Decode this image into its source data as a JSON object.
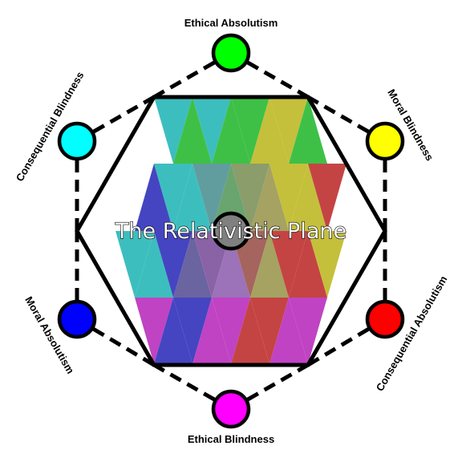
{
  "title": "The Relativistic Plane",
  "nodes": [
    {
      "id": "ethical-absolutism",
      "label": "Ethical Absolutism",
      "color": "#00ff00"
    },
    {
      "id": "moral-blindness",
      "label": "Moral Blindness",
      "color": "#ffff00"
    },
    {
      "id": "consequential-absolutism",
      "label": "Consequential Absolutism",
      "color": "#ff0000"
    },
    {
      "id": "ethical-blindness",
      "label": "Ethical Blindness",
      "color": "#ff00ff"
    },
    {
      "id": "moral-absolutism",
      "label": "Moral Absolutism",
      "color": "#0000ff"
    },
    {
      "id": "consequential-blindness",
      "label": "Consequential Blindness",
      "color": "#00ffff"
    }
  ],
  "center_node_color": "#808080",
  "palette": {
    "green": "#3ec047",
    "cyan": "#3dbebe",
    "olive": "#c4c03b",
    "red": "#c44443",
    "blue": "#4545c1",
    "magenta": "#c043c4",
    "inner_green": "#6aa46f",
    "inner_teal": "#619d9f",
    "inner_olive": "#a5a262",
    "inner_gray_green": "#8a9d6a",
    "inner_purple": "#8a62a6",
    "inner_mauve": "#a7629f",
    "inner_slate": "#6a64a1",
    "inner_brown": "#a5645e",
    "inner_violet": "#9c72b8",
    "outline": "#000000"
  }
}
